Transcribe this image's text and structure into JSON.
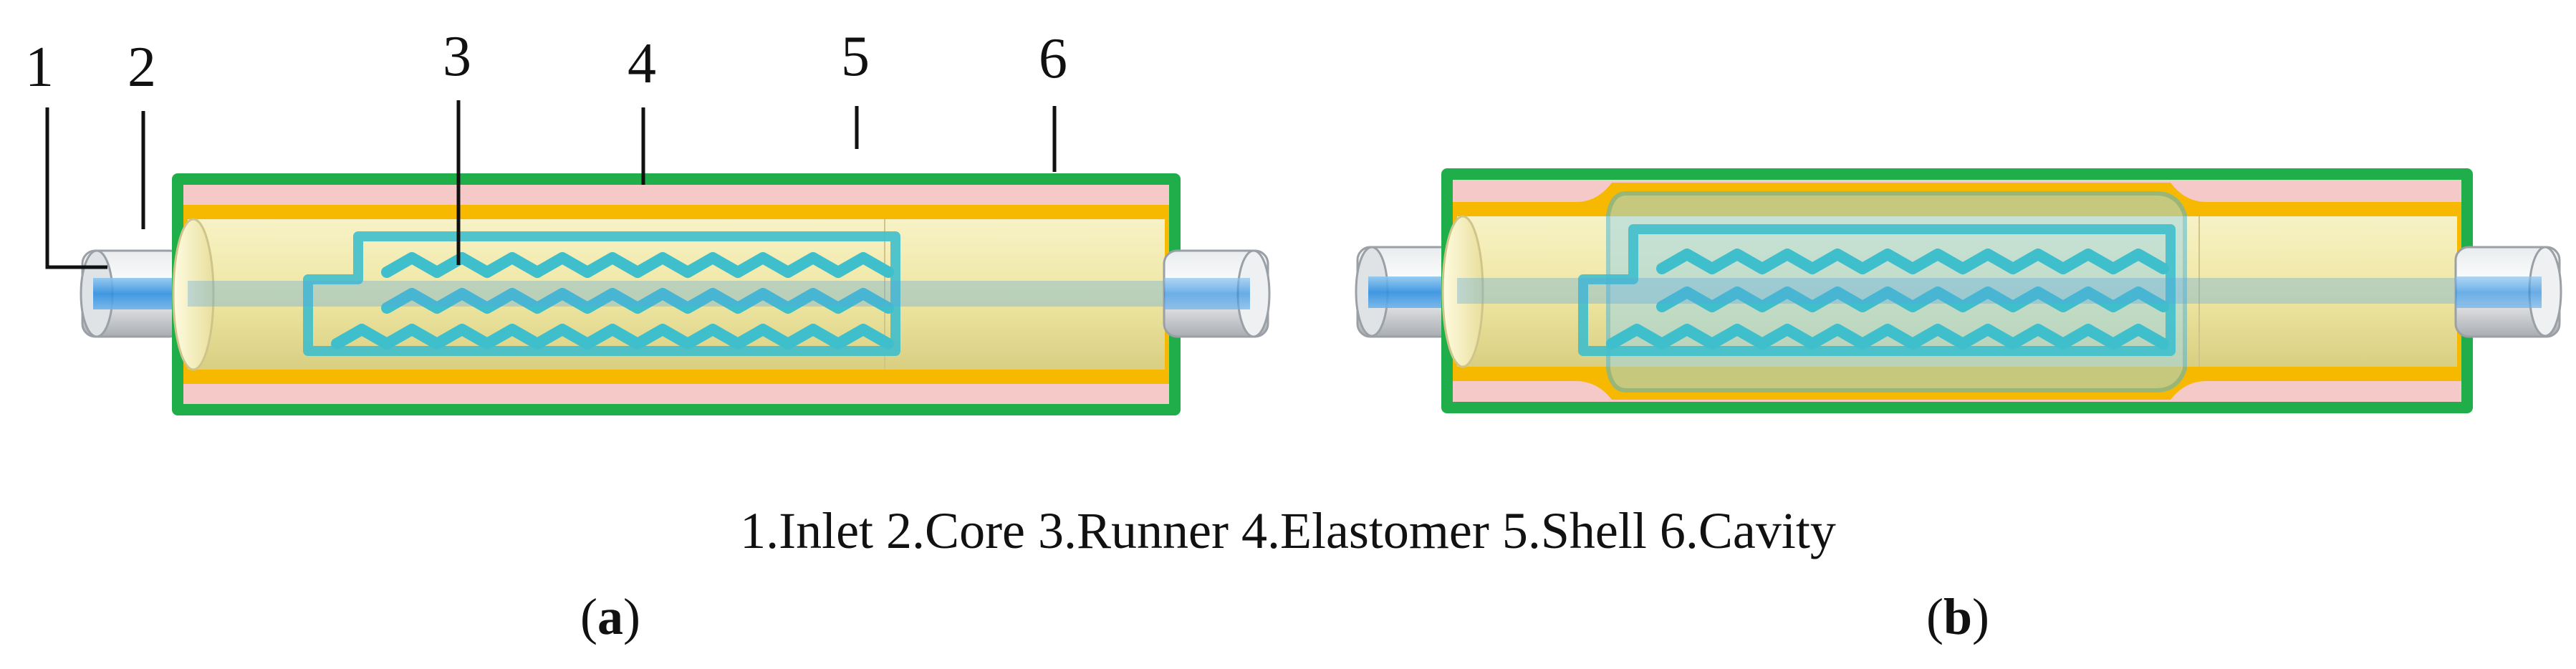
{
  "component_labels": [
    "1",
    "2",
    "3",
    "4",
    "5",
    "6"
  ],
  "legend": "1.Inlet 2.Core 3.Runner 4.Elastomer 5.Shell 6.Cavity",
  "panel_a": {
    "open": "(",
    "letter": "a",
    "close": ")"
  },
  "panel_b": {
    "open": "(",
    "letter": "b",
    "close": ")"
  },
  "colors": {
    "shell": "#1fae4a",
    "elastomer": "#f7b800",
    "cavity": "#f6c9c9",
    "core": "#f3edb0",
    "runner": "#3fbfcc",
    "inlet": "#5aa7e0",
    "pipe": "#bfc3c7"
  }
}
